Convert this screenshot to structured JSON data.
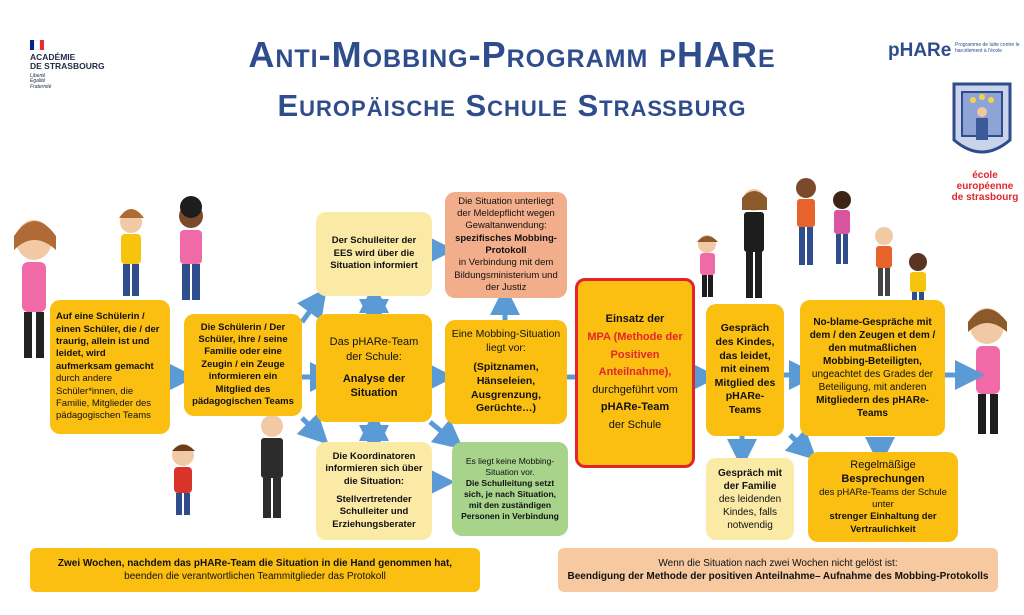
{
  "header": {
    "title_line1": "Anti-Mobbing-Programm pHARe",
    "title_line2": "Europäische Schule  Straßburg"
  },
  "logos": {
    "academie_line1": "ACADÉMIE",
    "academie_line2": "DE STRASBOURG",
    "republic_motto": [
      "Liberté",
      "Égalité",
      "Fraternité"
    ],
    "phare_name": "pHARe",
    "phare_tagline": "Programme de lutte contre le harcèlement à l'école",
    "school_line1": "école européenne",
    "school_line2": "de strasbourg"
  },
  "boxes": {
    "b1_bold": "Auf eine Schülerin / einen Schüler, die / der traurig, allein ist und leidet, wird aufmerksam gemacht",
    "b1_normal": "durch andere Schüler*innen, die Familie, Mitglieder des pädagogischen Teams",
    "b2_bold": "Die Schülerin / Der Schüler, ihre / seine Familie oder eine Zeugin / ein Zeuge informieren ein Mitglied des pädagogischen Teams",
    "b3": "Der Schulleiter der EES wird über die Situation informiert",
    "b4_normal1": "Das pHARe-Team der Schule:",
    "b4_bold": "Analyse der Situation",
    "b5_normal1": "Die Koordinatoren informieren sich über die Situation:",
    "b5_bold": "Stellvertretender Schulleiter und Erziehungsberater",
    "b6_normal1": "Die Situation unterliegt der Meldepflicht wegen Gewaltanwendung:",
    "b6_bold": "spezifisches Mobbing-Protokoll",
    "b6_normal2": "in Verbindung mit dem Bildungsministerium und der Justiz",
    "b7_normal": "Eine Mobbing-Situation liegt vor:",
    "b7_bold": "(Spitznamen, Hänseleien, Ausgrenzung, Gerüchte…)",
    "b8_normal": "Es liegt keine Mobbing-Situation vor.",
    "b8_bold": "Die Schulleitung setzt sich, je nach Situation, mit den zuständigen Personen in Verbindung",
    "b9_pre": "Einsatz der",
    "b9_red": "MPA (Methode der Positiven Anteilnahme),",
    "b9_mid": "durchgeführt vom",
    "b9_bold": "pHARe-Team",
    "b9_post": "der Schule",
    "b10": "Gespräch des Kindes, das leidet, mit einem Mitglied des pHARe-Teams",
    "b11_bold": "No-blame-Gespräche mit dem / den Zeugen et dem / den mutmaßlichen Mobbing-Beteiligten,",
    "b11_normal": "ungeachtet des Grades der Beteiligung, mit anderen",
    "b11_bold2": "Mitgliedern des pHARe-Teams",
    "b12_bold": "Gespräch mit der Familie",
    "b12_normal": "des leidenden Kindes, falls notwendig",
    "b13_normal1": "Regelmäßige",
    "b13_bold1": "Besprechungen",
    "b13_normal2": "des pHARe-Teams der Schule unter",
    "b13_bold2": "strenger Einhaltung der Vertraulichkeit"
  },
  "footer": {
    "left_bold": "Zwei Wochen, nachdem das pHARe-Team die Situation in die Hand genommen hat,",
    "left_normal": "beenden die verantwortlichen Teammitglieder das Protokoll",
    "right_normal": "Wenn die Situation nach zwei Wochen nicht gelöst ist:",
    "right_bold": "Beendigung der Methode der positiven Anteilnahme– Aufnahme des Mobbing-Protokolls"
  },
  "colors": {
    "title": "#2f4d8c",
    "box_orange": "#fbbf12",
    "box_light": "#fbe9a6",
    "box_salmon": "#f2ad8a",
    "box_green": "#a7d38b",
    "arrow": "#5b9bd5",
    "highlight_red": "#e0262a"
  }
}
